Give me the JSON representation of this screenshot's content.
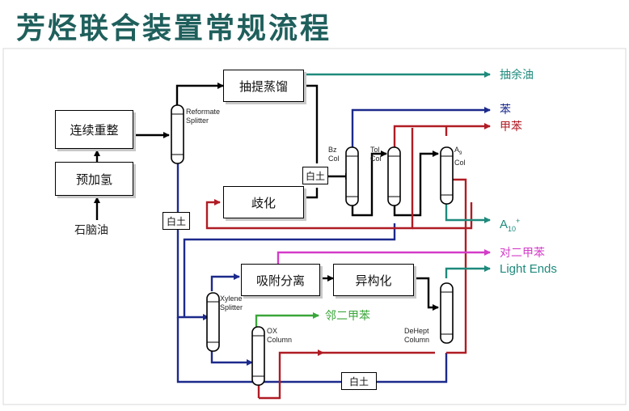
{
  "title": "芳烃联合装置常规流程",
  "units": {
    "continuous_reforming": "连续重整",
    "prehydrotreating": "预加氢",
    "extractive_distillation": "抽提蒸馏",
    "disproportionation": "歧化",
    "adsorption_separation": "吸附分离",
    "isomerization": "异构化"
  },
  "feed": "石脑油",
  "clay": "白土",
  "columns": {
    "reformate_splitter": [
      "Reformate",
      "Splitter"
    ],
    "bz_col": [
      "Bz",
      "Col"
    ],
    "tol_col": [
      "Tol",
      "Col"
    ],
    "a9_col_name": "A",
    "a9_col_sub": "9",
    "a9_col_line2": "Col",
    "xylene_splitter": [
      "Xylene",
      "Splitter"
    ],
    "ox_column": [
      "OX",
      "Column"
    ],
    "dehept_column": [
      "DeHept",
      "Column"
    ]
  },
  "outputs": {
    "raffinate": "抽余油",
    "benzene": "苯",
    "toluene": "甲苯",
    "a10_base": "A",
    "a10_sub": "10",
    "a10_sup": "+",
    "paraxylene": "对二甲苯",
    "light_ends": "Light Ends",
    "orthoxylene": "邻二甲苯"
  },
  "colors": {
    "title": "#1f5f5c",
    "black_line": "#000000",
    "blue_line": "#1c2a8c",
    "red_line": "#b01c24",
    "teal_line": "#1e8a7c",
    "magenta_line": "#d43cc8",
    "green_line": "#3aa63a"
  }
}
